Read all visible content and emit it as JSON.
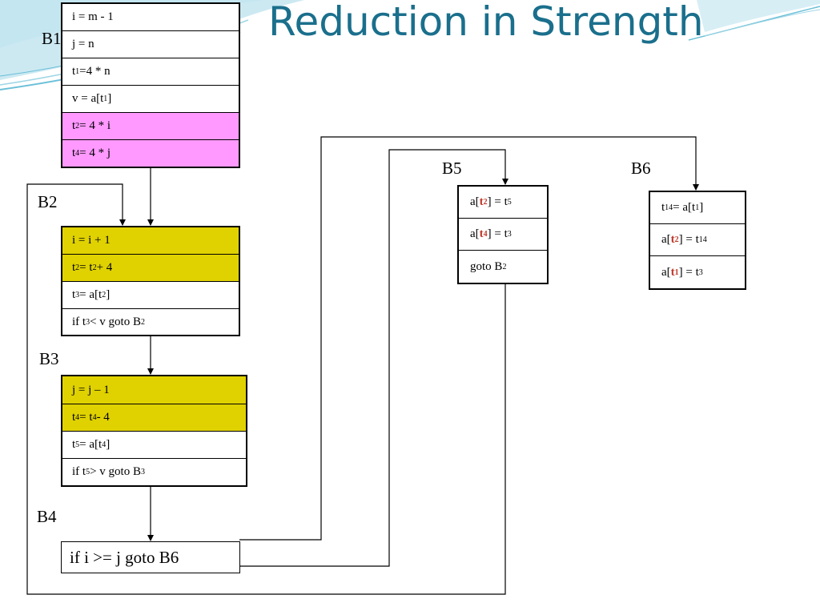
{
  "title": "Reduction in Strength",
  "labels": {
    "b1": "B1",
    "b2": "B2",
    "b3": "B3",
    "b4": "B4",
    "b5": "B5",
    "b6": "B6"
  },
  "b1": {
    "r1": "i = m - 1",
    "r2": "j = n",
    "r3_a": "t",
    "r3_sub": "1",
    "r3_b": " =4 *  n",
    "r4_a": "v = a[t",
    "r4_sub": "1",
    "r4_b": "]",
    "r5_a": "t",
    "r5_sub": "2",
    "r5_b": " = 4 *  i",
    "r6_a": "t",
    "r6_sub": "4",
    "r6_b": " = 4 * j"
  },
  "b2": {
    "r1": "i = i  + 1",
    "r2_a": "t",
    "r2_sub1": "2",
    "r2_b": " = t",
    "r2_sub2": "2",
    "r2_c": " + 4",
    "r3_a": "t",
    "r3_sub1": "3",
    "r3_b": " = a[t",
    "r3_sub2": "2",
    "r3_c": "]",
    "r4_a": "if t",
    "r4_sub1": "3",
    "r4_b": " < v goto B",
    "r4_sub2": "2"
  },
  "b3": {
    "r1": "j = j – 1",
    "r2_a": "t",
    "r2_sub1": "4",
    "r2_b": " = t",
    "r2_sub2": "4",
    "r2_c": " - 4",
    "r3_a": "t",
    "r3_sub1": "5",
    "r3_b": " = a[t",
    "r3_sub2": "4",
    "r3_c": "]",
    "r4_a": "if t",
    "r4_sub1": "5",
    "r4_b": " > v goto B",
    "r4_sub2": "3"
  },
  "b4": {
    "r1": "if i >= j goto B6"
  },
  "b5": {
    "r1_a": "a[",
    "r1_hl": "t",
    "r1_hl_sub": "2",
    "r1_b": "] = t",
    "r1_sub": "5",
    "r2_a": "a[",
    "r2_hl": "t",
    "r2_hl_sub": "4",
    "r2_b": "] = t",
    "r2_sub": "3",
    "r3_a": "goto B",
    "r3_sub": "2"
  },
  "b6": {
    "r1_a": "t",
    "r1_sub1": "14",
    "r1_b": " = a[t",
    "r1_sub2": "1",
    "r1_c": "]",
    "r2_a": "a[",
    "r2_hl": "t",
    "r2_hl_sub": "2",
    "r2_b": "] = t",
    "r2_sub": "14",
    "r3_a": "a[",
    "r3_hl": "t",
    "r3_hl_sub": "1",
    "r3_b": "] = t",
    "r3_sub": "3"
  },
  "colors": {
    "title": "#1a6f8c",
    "pink_row": "#ff99ff",
    "yellow_row": "#e0d200",
    "highlight": "#c0392b"
  }
}
